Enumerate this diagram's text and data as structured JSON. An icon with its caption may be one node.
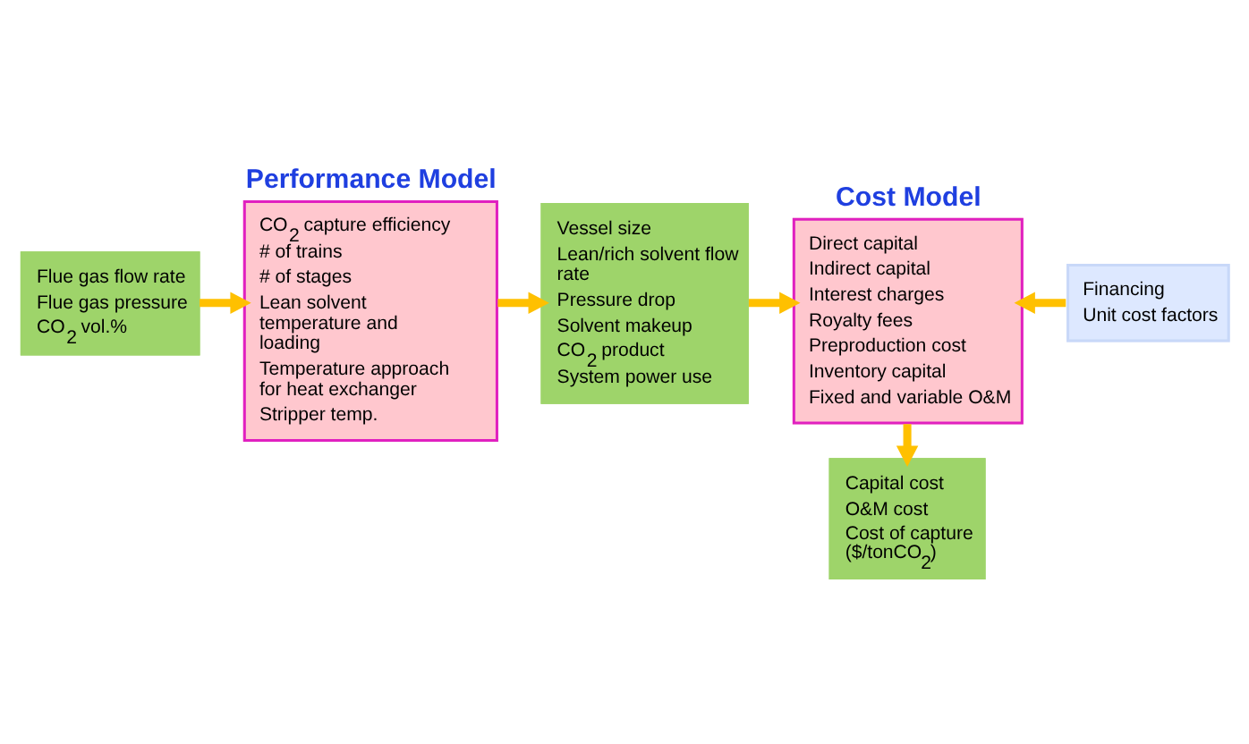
{
  "diagram": {
    "nodes": [
      {
        "text": [
          "Flue gas flow rate",
          "Flue gas pressure",
          "CO$_{2}$ vol.%"
        ]
      },
      {
        "text": [
          "Performance Model",
          "CO$_{2}$ capture efficiency",
          "# of trains",
          "# of stages",
          "Lean solvent temperature and loading",
          "Temperature approach for heat exchanger",
          "Stripper temp."
        ]
      },
      {
        "text": [
          "Vessel size",
          "Lean/rich solvent flow rate",
          "Pressure drop",
          "Solvent makeup",
          "CO$_{2}$ product",
          "System power use"
        ]
      },
      {
        "text": [
          "Cost Model",
          "Direct capital",
          "Indirect capital",
          "Interest charges",
          "Royalty fees",
          "Preproduction cost",
          "Inventory capital",
          "Fixed and variable O&M"
        ]
      },
      {
        "text": [
          "Financing",
          "Unit cost factors"
        ]
      },
      {
        "text": [
          "Capital cost",
          "O&M cost",
          "Cost of capture ($/tonCO$_{2}$)"
        ]
      }
    ],
    "edges": [
      {
        "from": 0,
        "to": 1,
        "arrow": "to"
      },
      {
        "from": 1,
        "to": 2,
        "arrow": "to"
      },
      {
        "from": 2,
        "to": 3,
        "arrow": "to"
      },
      {
        "from": 4,
        "to": 3,
        "arrow": "to"
      },
      {
        "from": 3,
        "to": 5,
        "arrow": "to"
      }
    ]
  }
}
